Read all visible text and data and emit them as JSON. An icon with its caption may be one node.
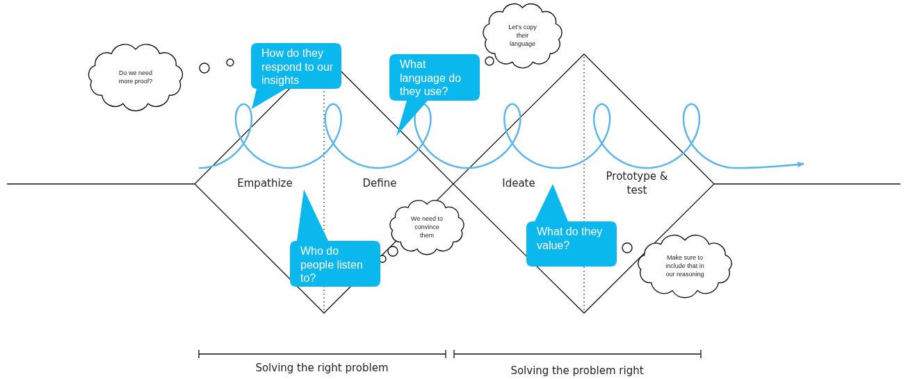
{
  "diagram": {
    "nodes": [
      {
        "text": [
          "Do we need more proof?"
        ]
      },
      {
        "text": [
          "How do they respond to our insights"
        ]
      },
      {
        "text": [
          "What language do they use?"
        ]
      },
      {
        "text": [
          "Let’s copy their language"
        ]
      },
      {
        "text": [
          "We need to convince them"
        ]
      },
      {
        "text": [
          "Who do people listen to?"
        ]
      },
      {
        "text": [
          "What do they value?"
        ]
      },
      {
        "text": [
          "Make sure to include that in our reasoning"
        ]
      }
    ],
    "labels": [
      "Empathize",
      "Define",
      "Ideate",
      "Prototype & test",
      "Solving the right problem",
      "Solving the problem right"
    ]
  }
}
